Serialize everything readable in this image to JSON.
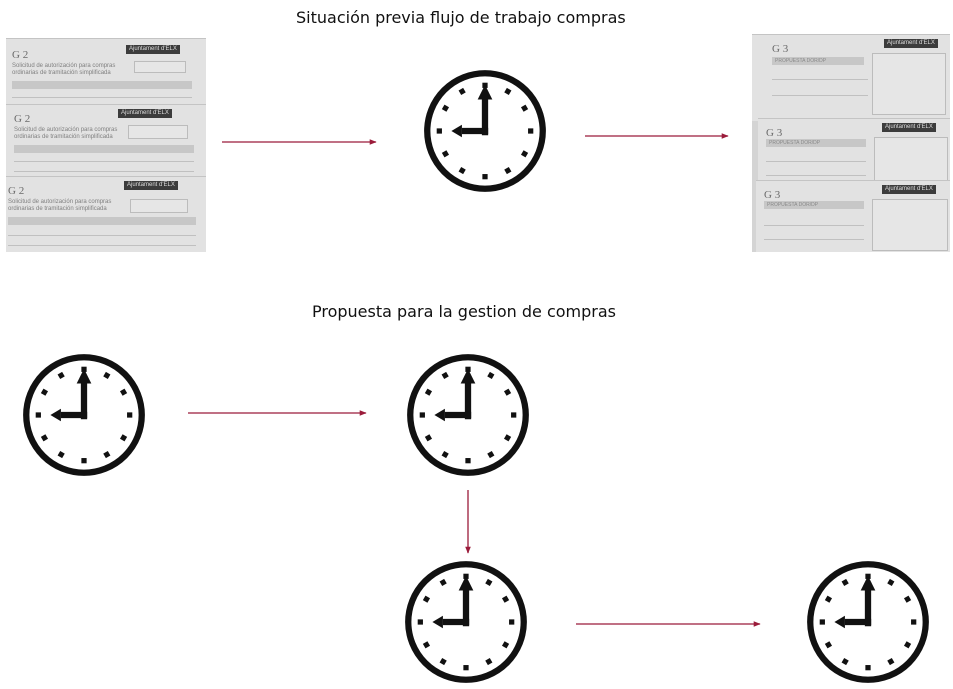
{
  "titles": {
    "previous": "Situación previa flujo de trabajo compras",
    "proposal": "Propuesta para la gestion de compras"
  },
  "documents": {
    "source": {
      "forms": [
        {
          "code": "G 2",
          "description": "Solicitud de autorización para compras ordinarias de tramitación simplificada",
          "org": "Ajuntament d'ELX"
        },
        {
          "code": "G 2",
          "description": "Solicitud de autorización para compras ordinarias de tramitación simplificada",
          "org": "Ajuntament d'ELX"
        },
        {
          "code": "G 2",
          "description": "Solicitud de autorización para compras ordinarias de tramitación simplificada",
          "org": "Ajuntament d'ELX"
        }
      ]
    },
    "result": {
      "forms": [
        {
          "code": "G 3",
          "description": "PROPUESTA DOR/DP",
          "org": "Ajuntament d'ELX"
        },
        {
          "code": "G 3",
          "description": "PROPUESTA DOR/DP",
          "org": "Ajuntament d'ELX"
        },
        {
          "code": "G 3",
          "description": "PROPUESTA DOR/DP",
          "org": "Ajuntament d'ELX"
        }
      ]
    }
  },
  "icons": {
    "clock": "clock-icon",
    "arrow": "arrow-icon",
    "form": "form-document-icon"
  },
  "colors": {
    "arrow": "#9b1b3a",
    "clock": "#111111"
  }
}
